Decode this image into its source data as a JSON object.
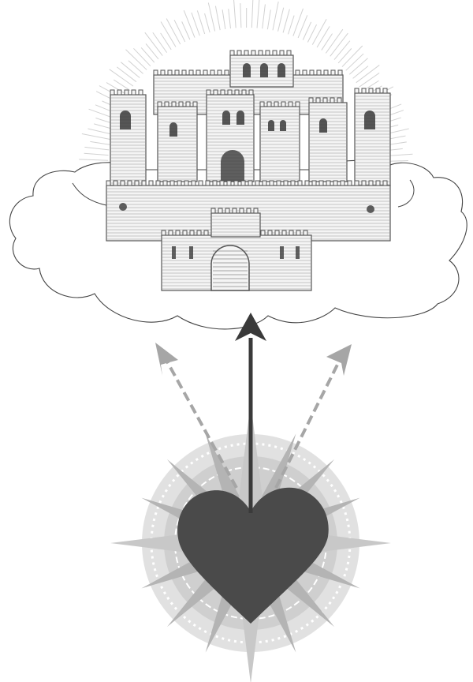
{
  "illustration": {
    "castle": {
      "icon": "castle-in-clouds-icon"
    },
    "sunburst": {
      "icon": "sun-rays-icon"
    },
    "cloud": {
      "icon": "cloud-outline-icon"
    },
    "heart": {
      "icon": "heart-icon"
    },
    "compass": {
      "icon": "compass-rose-icon"
    },
    "arrows": [
      {
        "style": "solid",
        "icon": "arrow-up-icon"
      },
      {
        "style": "dashed",
        "icon": "arrow-up-left-icon"
      },
      {
        "style": "dashed",
        "icon": "arrow-up-right-icon"
      }
    ]
  },
  "colors": {
    "ink": "#3a3a3a",
    "heart": "#4a4a4a",
    "compass": "#c8c8c8",
    "compass_dark": "#b4b4b4",
    "dashed_arrow": "#a6a6a6",
    "sun_rays": "#d2d2d2",
    "cloud_stroke": "#444444",
    "castle_fill": "#f4f4f4",
    "castle_line": "#555555",
    "background": "#ffffff"
  }
}
